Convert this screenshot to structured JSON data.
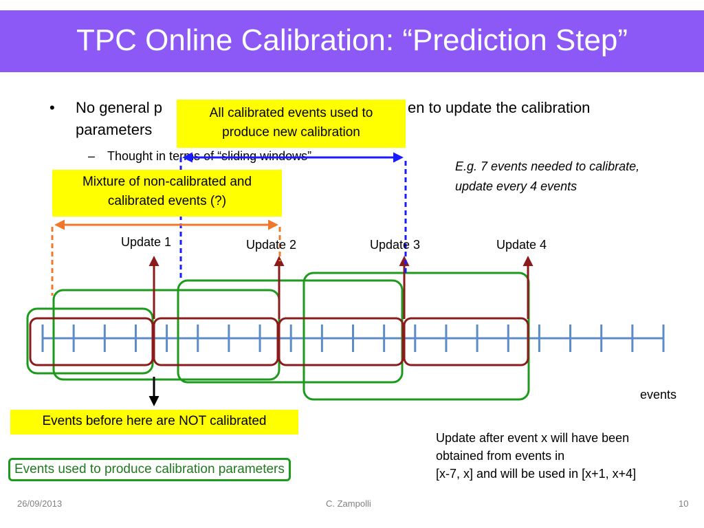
{
  "slide": {
    "title": "TPC Online Calibration: “Prediction Step”",
    "bullet_main_line1_left": "No general p",
    "bullet_main_line1_right": "en to update the calibration",
    "bullet_main_line2": "parameters",
    "bullet_sub": "Thought in terms of “sliding windows”",
    "bullet_symbol": "•",
    "sub_bullet_symbol": "–"
  },
  "callouts": {
    "calibrated_line1": "All calibrated events used to",
    "calibrated_line2": "produce new calibration",
    "mixture_line1": "Mixture of non-calibrated and",
    "mixture_line2": "calibrated events (?)",
    "example_line1": "E.g. 7 events needed to calibrate,",
    "example_line2": "update every 4 events",
    "not_calibrated": "Events before here are NOT calibrated",
    "green_legend": "Events used to produce calibration parameters"
  },
  "updates": [
    "Update 1",
    "Update 2",
    "Update 3",
    "Update 4"
  ],
  "axis_label": "events",
  "note": {
    "line1": "Update after event x will have been",
    "line2": "obtained from events in",
    "line3": "[x-7, x] and will be used in [x+1, x+4]"
  },
  "footer": {
    "date": "26/09/2013",
    "author": "C. Zampolli",
    "page": "10"
  },
  "colors": {
    "title_bg": "#8c58f6",
    "yellow": "#ffff00",
    "dark_red": "#8b1a1a",
    "green": "#1b9a1b",
    "blue_dashed": "#1a1aff",
    "orange": "#f0782a",
    "axis_blue": "#5b8cc8"
  }
}
